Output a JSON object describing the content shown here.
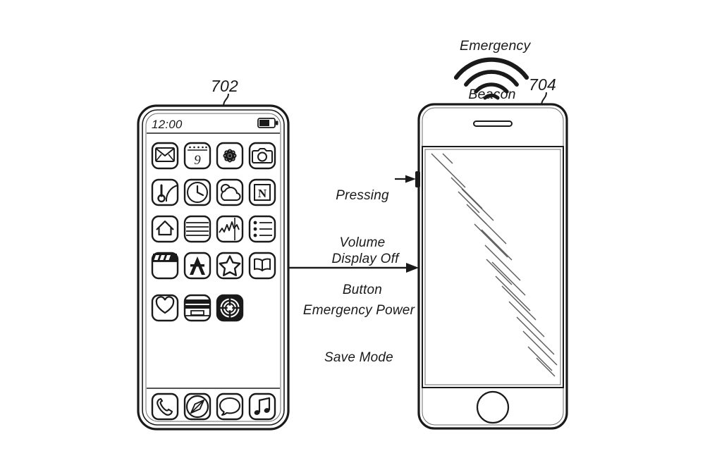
{
  "figure": {
    "type": "patent-diagram",
    "title": "Emergency Power Save Mode Transition",
    "background_color": "#ffffff",
    "line_color": "#1a1a1a"
  },
  "reference_numerals": {
    "left_device": "702",
    "right_device": "704"
  },
  "annotations": {
    "beacon_line1": "Emergency",
    "beacon_line2": "Beacon",
    "volume_line1": "Pressing",
    "volume_line2": "Volume",
    "volume_line3": "Button",
    "transition_line1": "Display Off",
    "transition_line2": "Emergency Power",
    "transition_line3": "Save Mode"
  },
  "left_device": {
    "name": "smartphone-home-screen",
    "style": "bezel-less",
    "status_bar": {
      "time": "12:00",
      "battery_icon": "battery-icon",
      "battery_level_percent": 60
    },
    "app_rows": [
      [
        {
          "icon": "mail-icon",
          "label": "Mail",
          "glyph": "envelope"
        },
        {
          "icon": "calendar-icon",
          "label": "Calendar",
          "glyph": "9"
        },
        {
          "icon": "photos-icon",
          "label": "Photos",
          "glyph": "flower"
        },
        {
          "icon": "camera-icon",
          "label": "Camera",
          "glyph": "camera"
        }
      ],
      [
        {
          "icon": "health-icon",
          "label": "Health",
          "glyph": "thermometer"
        },
        {
          "icon": "clock-icon",
          "label": "Clock",
          "glyph": "clock"
        },
        {
          "icon": "weather-icon",
          "label": "Weather",
          "glyph": "cloud-sun"
        },
        {
          "icon": "news-icon",
          "label": "News",
          "glyph": "N"
        }
      ],
      [
        {
          "icon": "home-icon",
          "label": "Home",
          "glyph": "house"
        },
        {
          "icon": "notes-icon",
          "label": "Notes",
          "glyph": "lines"
        },
        {
          "icon": "stocks-icon",
          "label": "Stocks",
          "glyph": "chart"
        },
        {
          "icon": "reminders-icon",
          "label": "Reminders",
          "glyph": "list"
        }
      ],
      [
        {
          "icon": "videos-icon",
          "label": "Videos",
          "glyph": "clapperboard"
        },
        {
          "icon": "app-store-icon",
          "label": "App Store",
          "glyph": "A"
        },
        {
          "icon": "game-center-icon",
          "label": "Game Center",
          "glyph": "star"
        },
        {
          "icon": "ibooks-icon",
          "label": "iBooks",
          "glyph": "open-book"
        }
      ],
      [
        {
          "icon": "activity-icon",
          "label": "Activity",
          "glyph": "heart"
        },
        {
          "icon": "wallet-icon",
          "label": "Wallet",
          "glyph": "card"
        },
        {
          "icon": "settings-icon",
          "label": "Settings",
          "glyph": "gear",
          "highlighted": true
        }
      ]
    ],
    "dock": [
      {
        "icon": "phone-icon",
        "label": "Phone",
        "glyph": "handset"
      },
      {
        "icon": "safari-icon",
        "label": "Safari",
        "glyph": "compass"
      },
      {
        "icon": "messages-icon",
        "label": "Messages",
        "glyph": "speech-bubble"
      },
      {
        "icon": "music-icon",
        "label": "Music",
        "glyph": "note"
      }
    ]
  },
  "right_device": {
    "name": "smartphone-display-off",
    "style": "home-button",
    "screen_state": "off",
    "screen_fill": "diagonal-hatch",
    "hardware": {
      "earpiece_speaker": "speaker-slot",
      "home_button": "home-button",
      "volume_button": "volume-button"
    },
    "beacon": {
      "icon": "wifi-beacon-icon",
      "arc_count": 4,
      "active": true
    }
  }
}
